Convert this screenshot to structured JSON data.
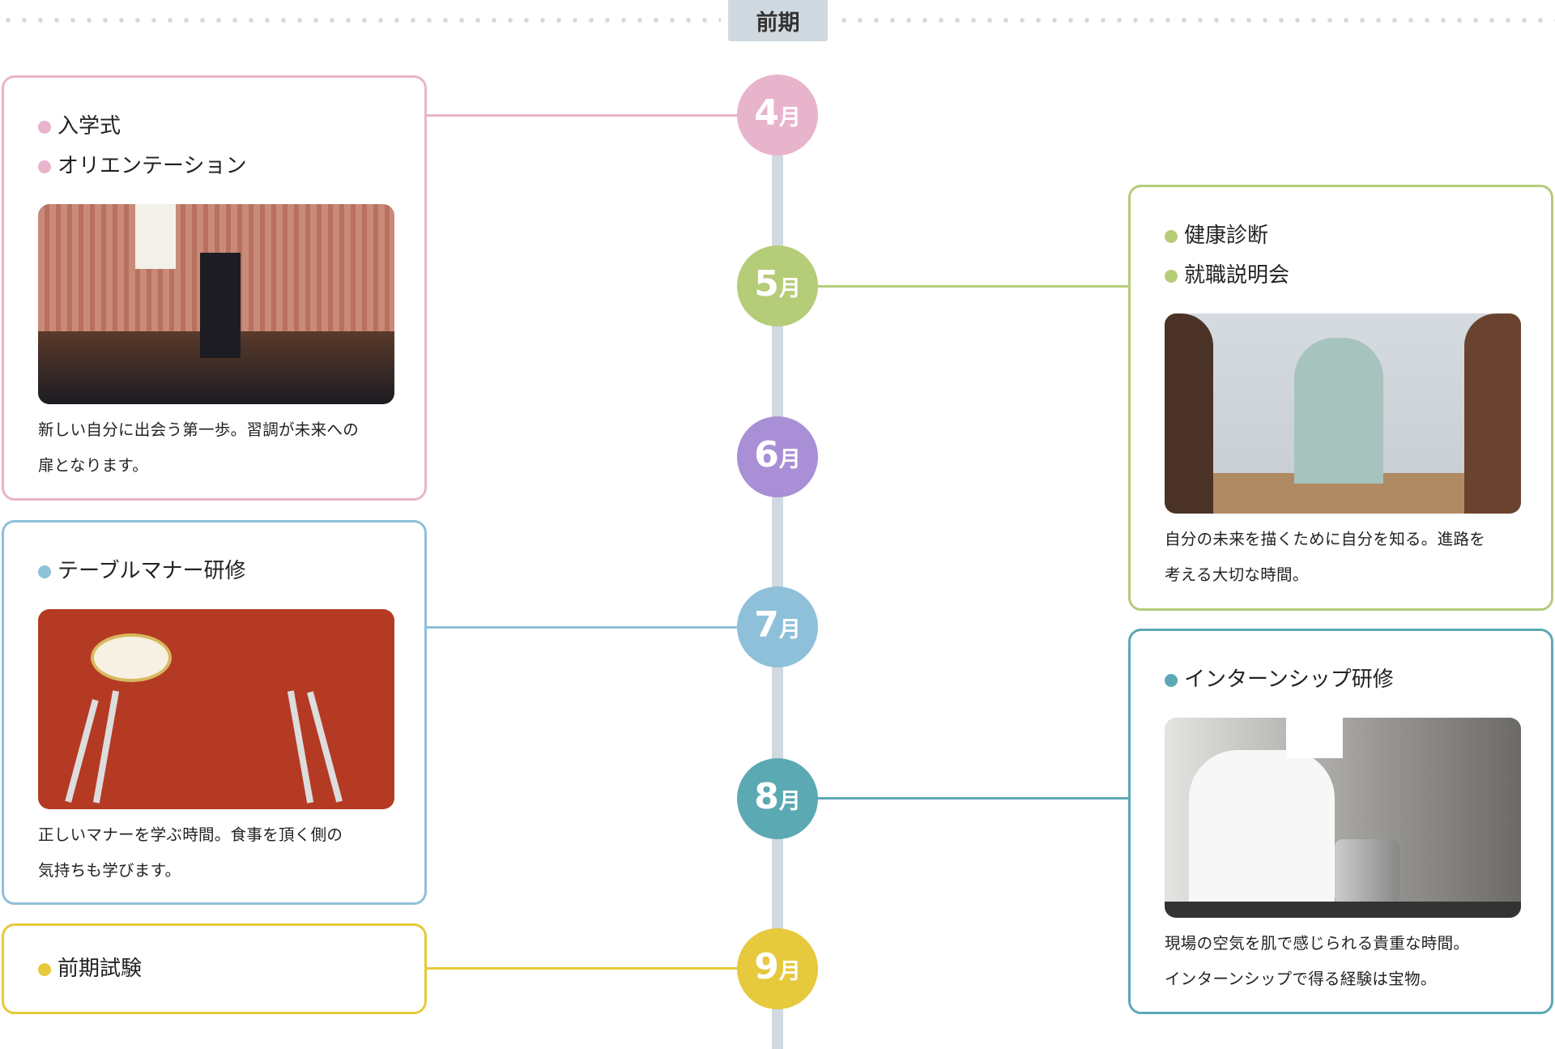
{
  "term": {
    "label": "前期"
  },
  "colors": {
    "april": "#e8b4cb",
    "may": "#b5cc78",
    "june": "#a98fd6",
    "july": "#8fc0d9",
    "august": "#5ba9b3",
    "september": "#e6c93c",
    "axis": "#d0d9e0"
  },
  "months": [
    {
      "num": "4",
      "unit": "月"
    },
    {
      "num": "5",
      "unit": "月"
    },
    {
      "num": "6",
      "unit": "月"
    },
    {
      "num": "7",
      "unit": "月"
    },
    {
      "num": "8",
      "unit": "月"
    },
    {
      "num": "9",
      "unit": "月"
    }
  ],
  "cards": {
    "april": {
      "items": [
        "入学式",
        "オリエンテーション"
      ],
      "desc": [
        "新しい自分に出会う第一歩。習調が未来への",
        "扉となります。"
      ]
    },
    "may": {
      "items": [
        "健康診断",
        "就職説明会"
      ],
      "desc": [
        "自分の未来を描くために自分を知る。進路を",
        "考える大切な時間。"
      ]
    },
    "july": {
      "items": [
        "テーブルマナー研修"
      ],
      "desc": [
        "正しいマナーを学ぶ時間。食事を頂く側の",
        "気持ちも学びます。"
      ]
    },
    "august": {
      "items": [
        "インターンシップ研修"
      ],
      "desc": [
        "現場の空気を肌で感じられる貴重な時間。",
        "インターンシップで得る経験は宝物。"
      ]
    },
    "september": {
      "items": [
        "前期試験"
      ]
    }
  }
}
